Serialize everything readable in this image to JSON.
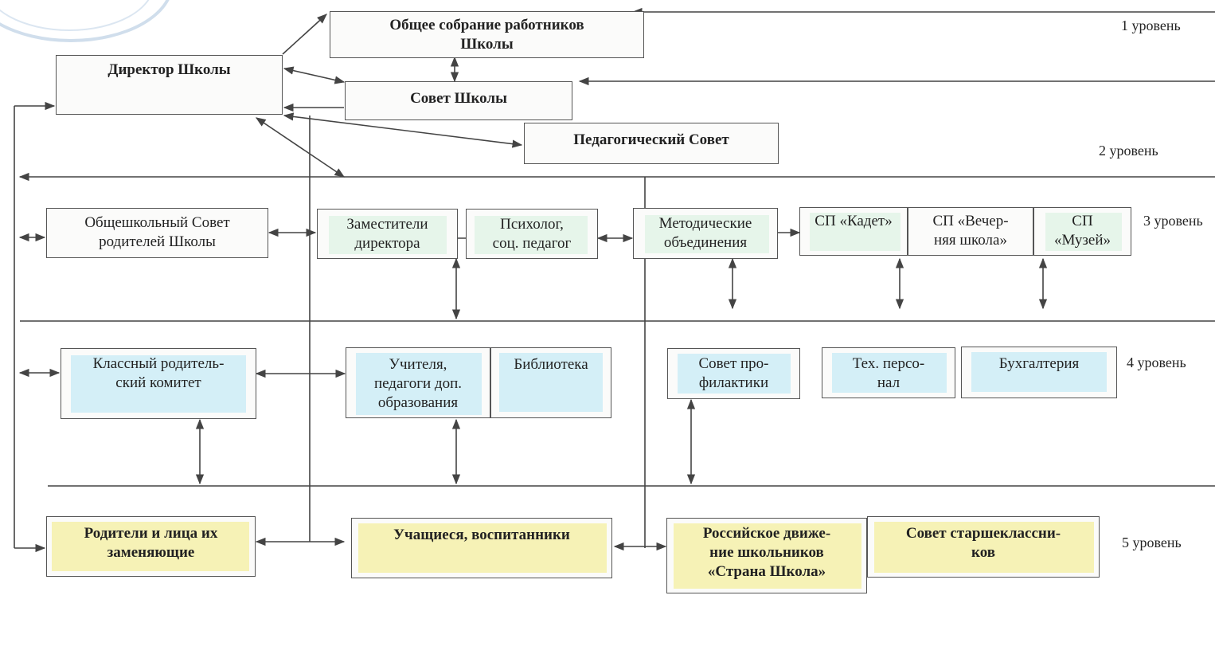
{
  "colors": {
    "green_fill": "#e6f5ea",
    "blue_fill": "#d4eff7",
    "yellow_fill": "#f6f2b6",
    "line": "#444444"
  },
  "levels": {
    "l1": "1 уровень",
    "l2": "2 уровень",
    "l3": "3 уровень",
    "l4": "4 уровень",
    "l5": "5 уровень"
  },
  "boxes": {
    "general_meeting": "Общее собрание работников\nШколы",
    "director": "Директор Школы",
    "school_council": "Совет Школы",
    "ped_council": "Педагогический Совет",
    "parents_council": "Общешкольный Совет\nродителей Школы",
    "deputies": "Заместители\nдиректора",
    "psychologist": "Психолог,\nсоц. педагог",
    "methodical": "Методические\nобъединения",
    "sp_cadet": "СП «Кадет»",
    "sp_evening": "СП «Вечер-\nняя школа»",
    "sp_museum": "СП\n«Музей»",
    "class_committee": "Классный  родитель-\nский комитет",
    "teachers": "Учителя,\nпедагоги доп.\nобразования",
    "library": "Библиотека",
    "prevention": "Совет про-\nфилактики",
    "tech_staff": "Тех. персо-\nнал",
    "accounting": "Бухгалтерия",
    "parents": "Родители и лица их\nзаменяющие",
    "students": "Учащиеся, воспитанники",
    "rdsh": "Российское движе-\nние школьников\n«Страна Школа»",
    "senior_council": "Совет старшеклассни-\nков"
  }
}
